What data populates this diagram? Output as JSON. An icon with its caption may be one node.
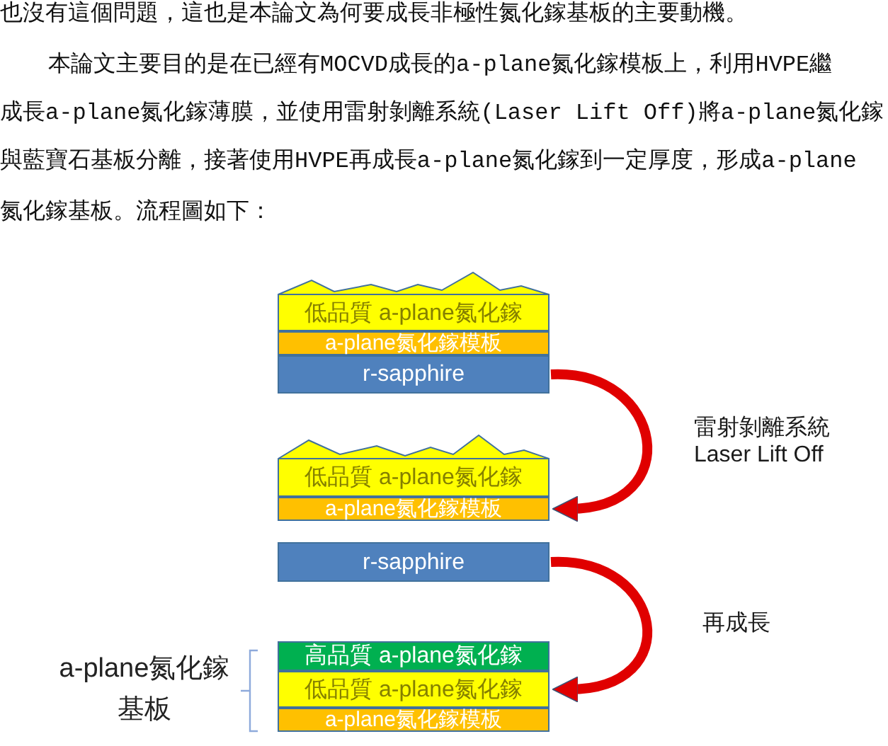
{
  "diagram": {
    "nodes": [
      {
        "text": [
          "低品質 a-plane氮化鎵"
        ]
      },
      {
        "text": [
          "a-plane氮化鎵模板"
        ]
      },
      {
        "text": [
          "r-sapphire"
        ]
      },
      {
        "text": [
          "低品質 a-plane氮化鎵"
        ]
      },
      {
        "text": [
          "a-plane氮化鎵模板"
        ]
      },
      {
        "text": [
          "r-sapphire"
        ]
      },
      {
        "text": [
          "高品質 a-plane氮化鎵"
        ]
      },
      {
        "text": [
          "低品質 a-plane氮化鎵"
        ]
      },
      {
        "text": [
          "a-plane氮化鎵模板"
        ]
      }
    ],
    "edges": [
      {
        "from": 2,
        "to": 4,
        "arrow": "to",
        "label": "雷射剝離系統 Laser Lift Off"
      },
      {
        "from": 5,
        "to": 7,
        "arrow": "to",
        "label": "再成長"
      }
    ],
    "labels": [
      "也沒有這個問題，這也是本論文為何要成長非極性氮化鎵基板的主要動機。",
      "本論文主要目的是在已經有MOCVD成長的a-plane氮化鎵模板上，利用HVPE繼",
      "成長a-plane氮化鎵薄膜，並使用雷射剝離系統(Laser Lift Off)將a-plane氮化鎵",
      "與藍寶石基板分離，接著使用HVPE再成長a-plane氮化鎵到一定厚度，形成a-plane",
      "氮化鎵基板。流程圖如下：",
      "a-plane氮化鎵基板"
    ]
  }
}
